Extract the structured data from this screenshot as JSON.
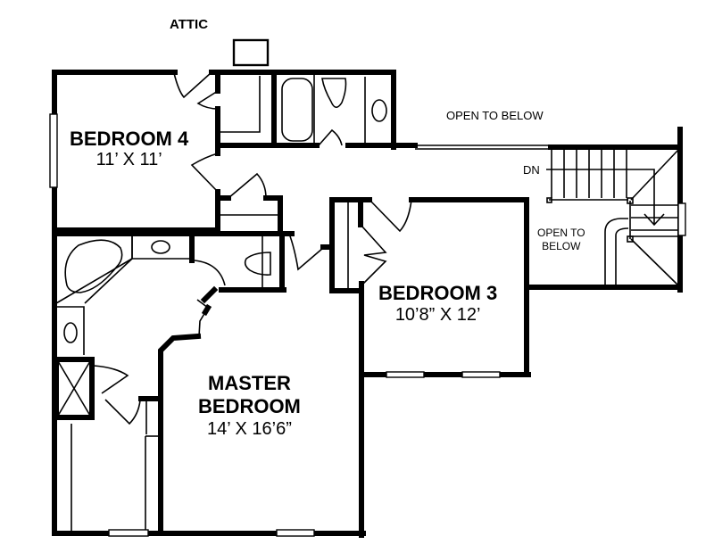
{
  "plan": {
    "labels": {
      "attic": "ATTIC",
      "open_to_below_main": "OPEN TO BELOW",
      "open_to_below_stair_line1": "OPEN TO",
      "open_to_below_stair_line2": "BELOW",
      "stair_direction": "DN"
    },
    "rooms": [
      {
        "name": "BEDROOM 4",
        "dimensions": "11’ X 11’"
      },
      {
        "name": "BEDROOM 3",
        "dimensions": "10’8” X 12’"
      },
      {
        "name_line1": "MASTER",
        "name_line2": "BEDROOM",
        "dimensions": "14’ X 16’6”"
      }
    ],
    "colors": {
      "line": "#000000",
      "background": "#ffffff"
    }
  }
}
